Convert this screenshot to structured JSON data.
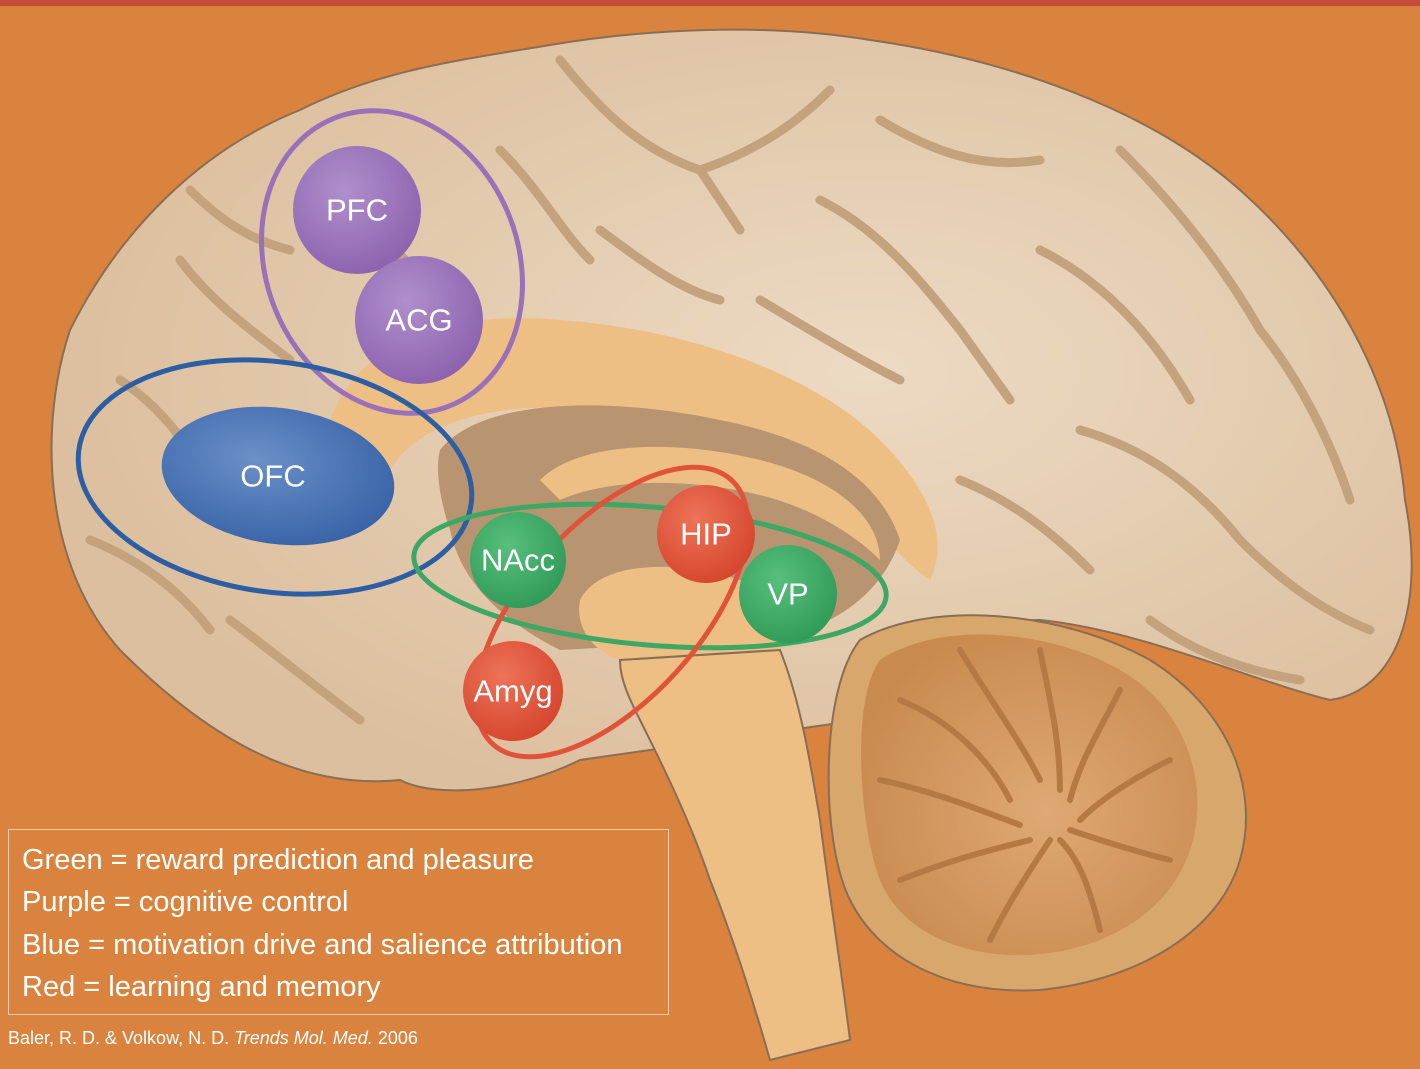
{
  "colors": {
    "background": "#d9833f",
    "top_band": "#c74d3a",
    "brain_cortex": "#e2c7a9",
    "sulcus": "#c2a37e",
    "midline": "#eebf85",
    "deep": "#b89470",
    "cerebellum": "#d89a5e",
    "purple": "#9a70b8",
    "blue": "#3f6fb0",
    "green": "#3ca863",
    "red": "#e0533a"
  },
  "nodes": {
    "pfc": {
      "label": "PFC",
      "color": "#9a70b8"
    },
    "acg": {
      "label": "ACG",
      "color": "#9a70b8"
    },
    "ofc": {
      "label": "OFC",
      "color": "#3f6fb0"
    },
    "nacc": {
      "label": "NAcc",
      "color": "#3ca863"
    },
    "hip": {
      "label": "HIP",
      "color": "#e0533a"
    },
    "vp": {
      "label": "VP",
      "color": "#3ca863"
    },
    "amyg": {
      "label": "Amyg",
      "color": "#e0533a"
    }
  },
  "legend": {
    "green": "Green = reward prediction and pleasure",
    "purple": "Purple = cognitive control",
    "blue": "Blue = motivation drive and salience attribution",
    "red": "Red = learning and memory"
  },
  "citation": {
    "authors": "Baler, R. D. & Volkow, N. D. ",
    "journal": "Trends Mol. Med.",
    "year": " 2006"
  }
}
